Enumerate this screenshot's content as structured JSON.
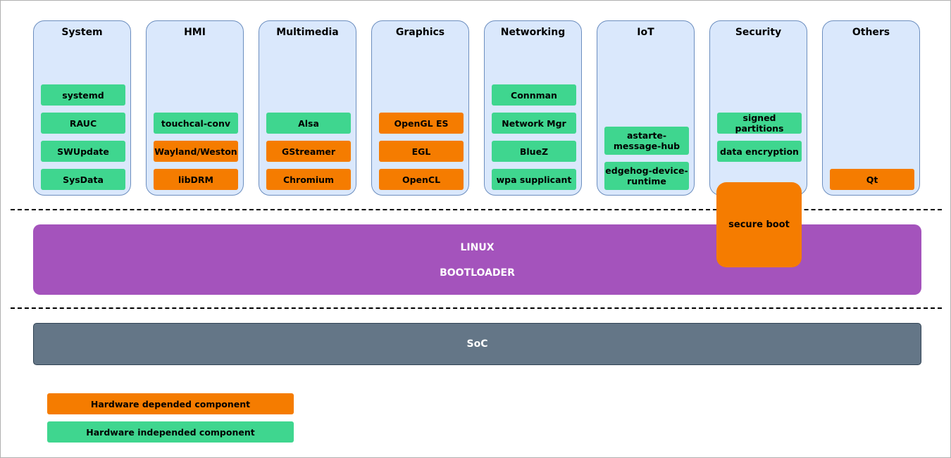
{
  "columns": [
    {
      "title": "System",
      "items": [
        "systemd",
        "RAUC",
        "SWUpdate",
        "SysData"
      ]
    },
    {
      "title": "HMI",
      "items": [
        "touchcal-conv",
        "Wayland/Weston",
        "libDRM"
      ]
    },
    {
      "title": "Multimedia",
      "items": [
        "Alsa",
        "GStreamer",
        "Chromium"
      ]
    },
    {
      "title": "Graphics",
      "items": [
        "OpenGL ES",
        "EGL",
        "OpenCL"
      ]
    },
    {
      "title": "Networking",
      "items": [
        "Connman",
        "Network Mgr",
        "BlueZ",
        "wpa supplicant"
      ]
    },
    {
      "title": "IoT",
      "items": [
        "astarte-message-hub",
        "edgehog-device-runtime"
      ]
    },
    {
      "title": "Security",
      "items": [
        "signed partitions",
        "data encryption"
      ]
    },
    {
      "title": "Others",
      "items": [
        "Qt"
      ]
    }
  ],
  "layers": {
    "linux": "LINUX",
    "bootloader": "BOOTLOADER",
    "secure_boot": "secure boot",
    "soc": "SoC"
  },
  "legend": {
    "hardware_dependent": "Hardware depended component",
    "hardware_independent": "Hardware independed component"
  },
  "colors": {
    "hardware_dependent": "#f57c00",
    "hardware_independent": "#3fd68f",
    "column_fill": "#dae8fc",
    "linux_bar": "#a453bc",
    "soc_bar": "#647687"
  }
}
